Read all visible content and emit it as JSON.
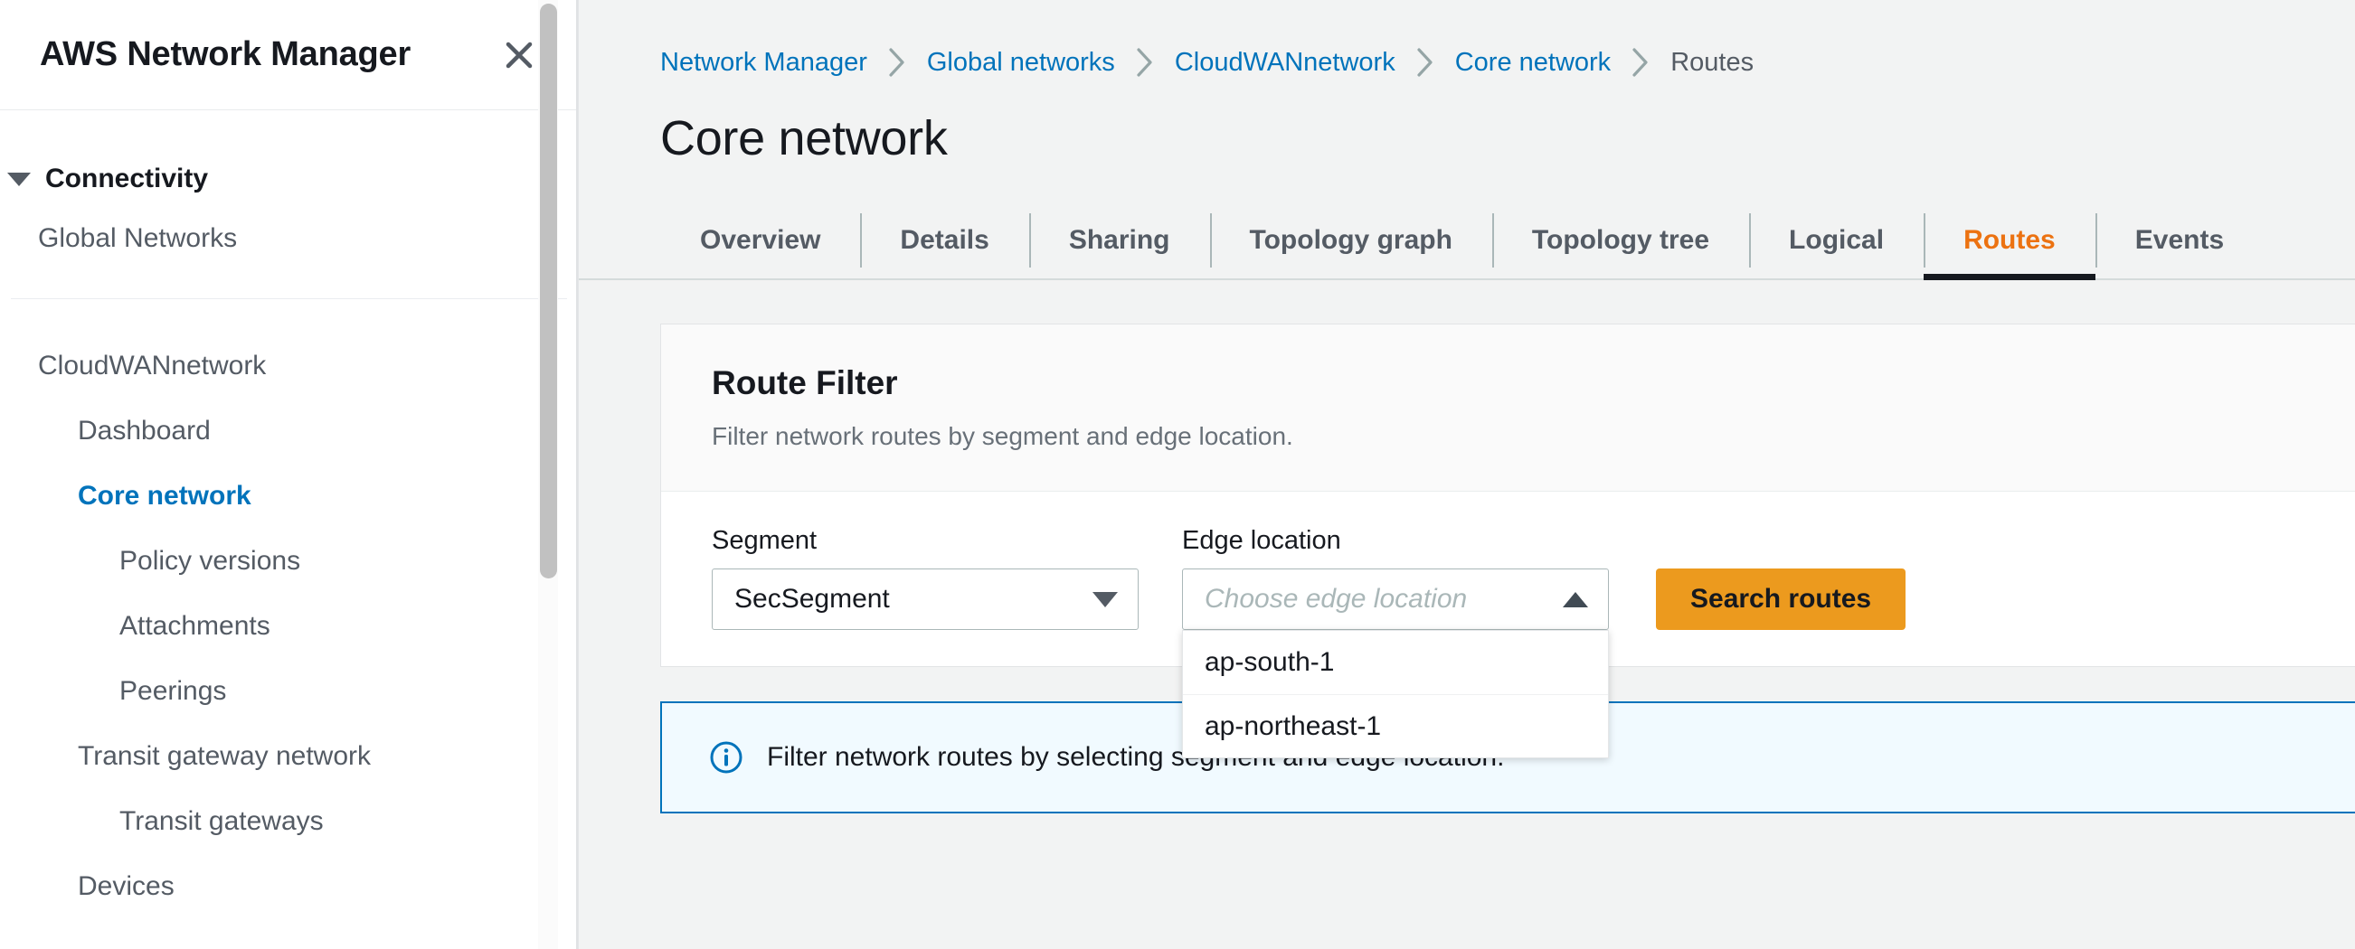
{
  "sidebar": {
    "title": "AWS Network Manager",
    "close_icon": "close-icon",
    "section": {
      "caret_icon": "caret-down-icon",
      "label": "Connectivity"
    },
    "items": [
      {
        "label": "Global Networks",
        "level": 0,
        "active": false
      },
      {
        "label": "CloudWANnetwork",
        "level": 0,
        "active": false
      },
      {
        "label": "Dashboard",
        "level": 1,
        "active": false
      },
      {
        "label": "Core network",
        "level": 1,
        "active": true
      },
      {
        "label": "Policy versions",
        "level": 2,
        "active": false
      },
      {
        "label": "Attachments",
        "level": 2,
        "active": false
      },
      {
        "label": "Peerings",
        "level": 2,
        "active": false
      },
      {
        "label": "Transit gateway network",
        "level": 1,
        "active": false
      },
      {
        "label": "Transit gateways",
        "level": 2,
        "active": false
      },
      {
        "label": "Devices",
        "level": 1,
        "active": false
      }
    ]
  },
  "breadcrumb": [
    {
      "label": "Network Manager",
      "current": false
    },
    {
      "label": "Global networks",
      "current": false
    },
    {
      "label": "CloudWANnetwork",
      "current": false
    },
    {
      "label": "Core network",
      "current": false
    },
    {
      "label": "Routes",
      "current": true
    }
  ],
  "page": {
    "title": "Core network"
  },
  "tabs": [
    {
      "label": "Overview",
      "active": false
    },
    {
      "label": "Details",
      "active": false
    },
    {
      "label": "Sharing",
      "active": false
    },
    {
      "label": "Topology graph",
      "active": false
    },
    {
      "label": "Topology tree",
      "active": false
    },
    {
      "label": "Logical",
      "active": false
    },
    {
      "label": "Routes",
      "active": true
    },
    {
      "label": "Events",
      "active": false
    }
  ],
  "route_filter": {
    "heading": "Route Filter",
    "description": "Filter network routes by segment and edge location.",
    "segment": {
      "label": "Segment",
      "value": "SecSegment",
      "chevron_icon": "chevron-down-icon"
    },
    "edge_location": {
      "label": "Edge location",
      "value": "",
      "placeholder": "Choose edge location",
      "chevron_icon": "chevron-up-icon",
      "expanded": true,
      "options": [
        "ap-south-1",
        "ap-northeast-1"
      ]
    },
    "search_button": "Search routes"
  },
  "alert": {
    "icon": "info-icon",
    "text": "Filter network routes by selecting segment and edge location."
  },
  "colors": {
    "accent_orange": "#ec7211",
    "button_orange": "#ec9a1e",
    "link_blue": "#0073bb",
    "alert_bg": "#f1faff",
    "text_dark": "#16191f"
  }
}
